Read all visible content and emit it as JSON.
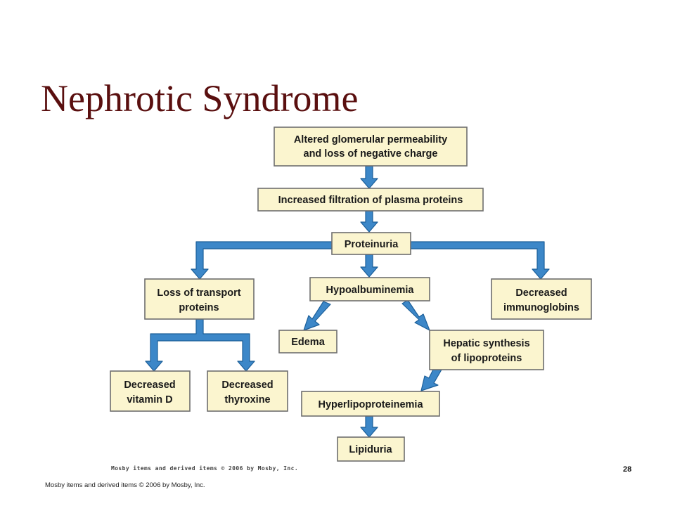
{
  "slide": {
    "title": "Nephrotic Syndrome",
    "page_number": "28",
    "footer_note": "Mosby items and derived items © 2006 by Mosby, Inc."
  },
  "figure": {
    "credit": "Mosby items and derived items © 2006 by Mosby, Inc.",
    "boxes": {
      "altered_permeability": [
        "Altered glomerular permeability",
        "and loss of negative charge"
      ],
      "increased_filtration": [
        "Increased filtration of plasma proteins"
      ],
      "proteinuria": [
        "Proteinuria"
      ],
      "loss_transport": [
        "Loss of transport",
        "proteins"
      ],
      "hypoalbuminemia": [
        "Hypoalbuminemia"
      ],
      "decreased_immunoglobins": [
        "Decreased",
        "immunoglobins"
      ],
      "edema": [
        "Edema"
      ],
      "hepatic_synthesis": [
        "Hepatic synthesis",
        "of lipoproteins"
      ],
      "decreased_vitamin_d": [
        "Decreased",
        "vitamin D"
      ],
      "decreased_thyroxine": [
        "Decreased",
        "thyroxine"
      ],
      "hyperlipoproteinemia": [
        "Hyperlipoproteinemia"
      ],
      "lipiduria": [
        "Lipiduria"
      ]
    },
    "colors": {
      "box_fill": "#fbf5cf",
      "arrow_fill": "#3c87c8",
      "title_color": "#5a0f0f"
    }
  }
}
